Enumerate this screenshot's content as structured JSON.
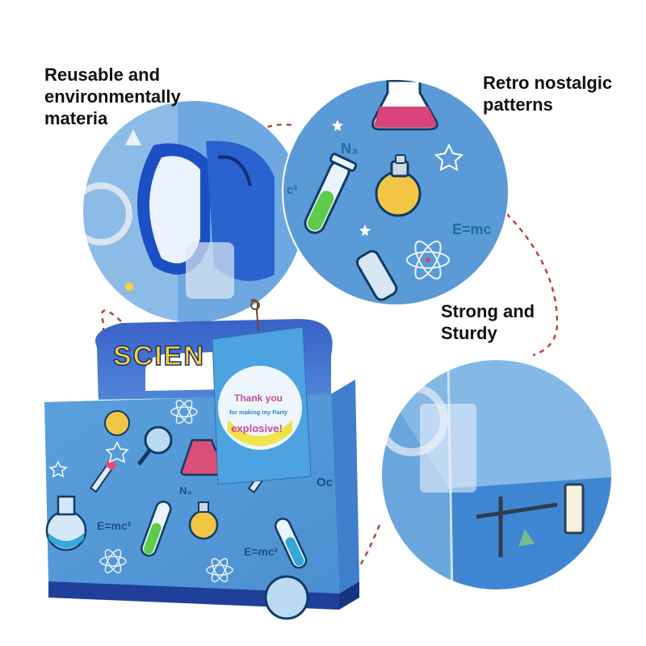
{
  "labels": {
    "reusable": {
      "line1": "Reusable and",
      "line2": "environmentally",
      "line3": "materia"
    },
    "retro": {
      "line1": "Retro nostalgic",
      "line2": "patterns"
    },
    "strong": {
      "line1": "Strong and",
      "line2": "Sturdy"
    }
  },
  "box": {
    "brand_text": "SCIEN",
    "tag": {
      "line1": "Thank you",
      "line2": "for making my Party",
      "line3": "explosive!"
    },
    "formulas": [
      "E=mc²",
      "E=mc²",
      "N₃",
      "Oc"
    ]
  },
  "circle_pattern": {
    "formulas": [
      "N₃",
      "c²",
      "E=mc"
    ]
  },
  "colors": {
    "box_blue": "#5b9bd5",
    "box_dark_blue": "#1f3f9a",
    "dashed_line": "#b5473a",
    "circle_blue": "#5a9ad6"
  },
  "icons": [
    "flask-icon",
    "test-tube-icon",
    "light-bulb-icon",
    "atom-icon",
    "star-icon",
    "magnifier-icon",
    "dropper-icon"
  ]
}
